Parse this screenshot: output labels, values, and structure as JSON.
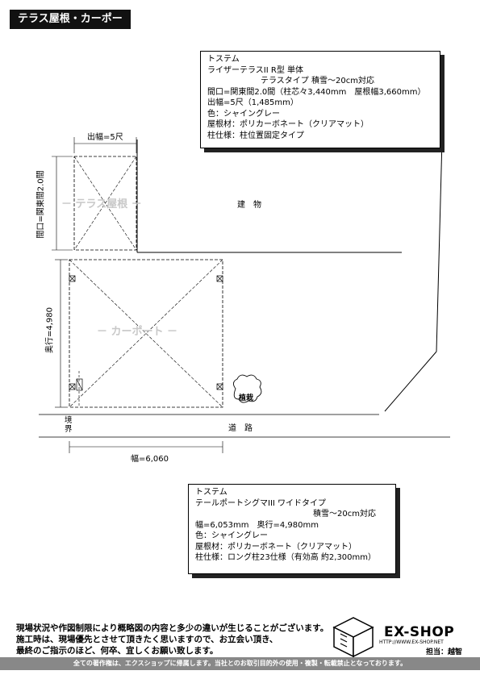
{
  "header": {
    "title": "テラス屋根・カーポート"
  },
  "terrace_spec": {
    "maker": "トステム",
    "product": "ライザーテラスII R型 単体",
    "type": "テラスタイプ 積雪〜20cm対応",
    "width": "間口=関東間2.0間（柱芯々3,440mm　屋根幅3,660mm）",
    "depth": "出幅=5尺（1,485mm）",
    "color": "色：シャイングレー",
    "roof": "屋根材：ポリカーボネート（クリアマット）",
    "pillar": "柱仕様：柱位置固定タイプ"
  },
  "carport_spec": {
    "maker": "トステム",
    "product": "テールポートシグマIII ワイドタイプ",
    "snow": "積雪〜20cm対応",
    "size": "幅=6,053mm　奥行=4,980mm",
    "color": "色：シャイングレー",
    "roof": "屋根材：ポリカーボネート（クリアマット）",
    "pillar": "柱仕様：ロング柱23仕様（有効高 約2,300mm）"
  },
  "drawing": {
    "terrace_depth": "出幅=5尺",
    "terrace_width": "間口=関東間2.0間",
    "terrace_label": "－ テラス屋根 －",
    "building": "建　物",
    "carport_depth": "奥行=4,980",
    "carport_label": "－ カーポート －",
    "planting": "植栽",
    "boundary": "境界",
    "road": "道　路",
    "carport_width": "幅=6,060"
  },
  "footer": {
    "note_line1": "現場状況や作図制限により概略図の内容と多少の違いが生じることがございます。",
    "note_line2": "施工時は、現場優先とさせて頂きたく思いますので、お立会い頂き、",
    "note_line3": "最終のご指示のほど、何卒、宜しくお願い致します。",
    "brand": "EX-SHOP",
    "url": "HTTP://WWW.EX-SHOP.NET",
    "person": "担当：越智",
    "copyright": "全ての著作権は、エクスショップに帰属します。当社とのお取引目的外の使用・複製・転載禁止となっております。"
  }
}
